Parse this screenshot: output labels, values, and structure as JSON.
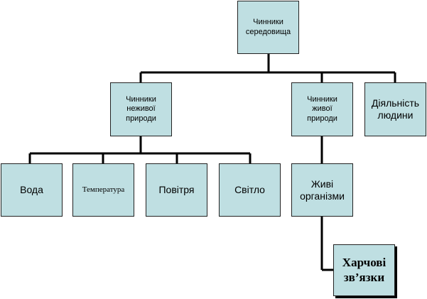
{
  "diagram": {
    "root": "Чинники\nсередовища",
    "nonliving": "Чинники\nнеживої\nприроди",
    "living": "Чинники\nживої\nприроди",
    "human": "Діяльність\nлюдини",
    "water": "Вода",
    "temperature": "Температура",
    "air": "Повітря",
    "light": "Світло",
    "organisms": "Живі\nорганізми",
    "food_links": "Харчові\nзв’язки"
  }
}
